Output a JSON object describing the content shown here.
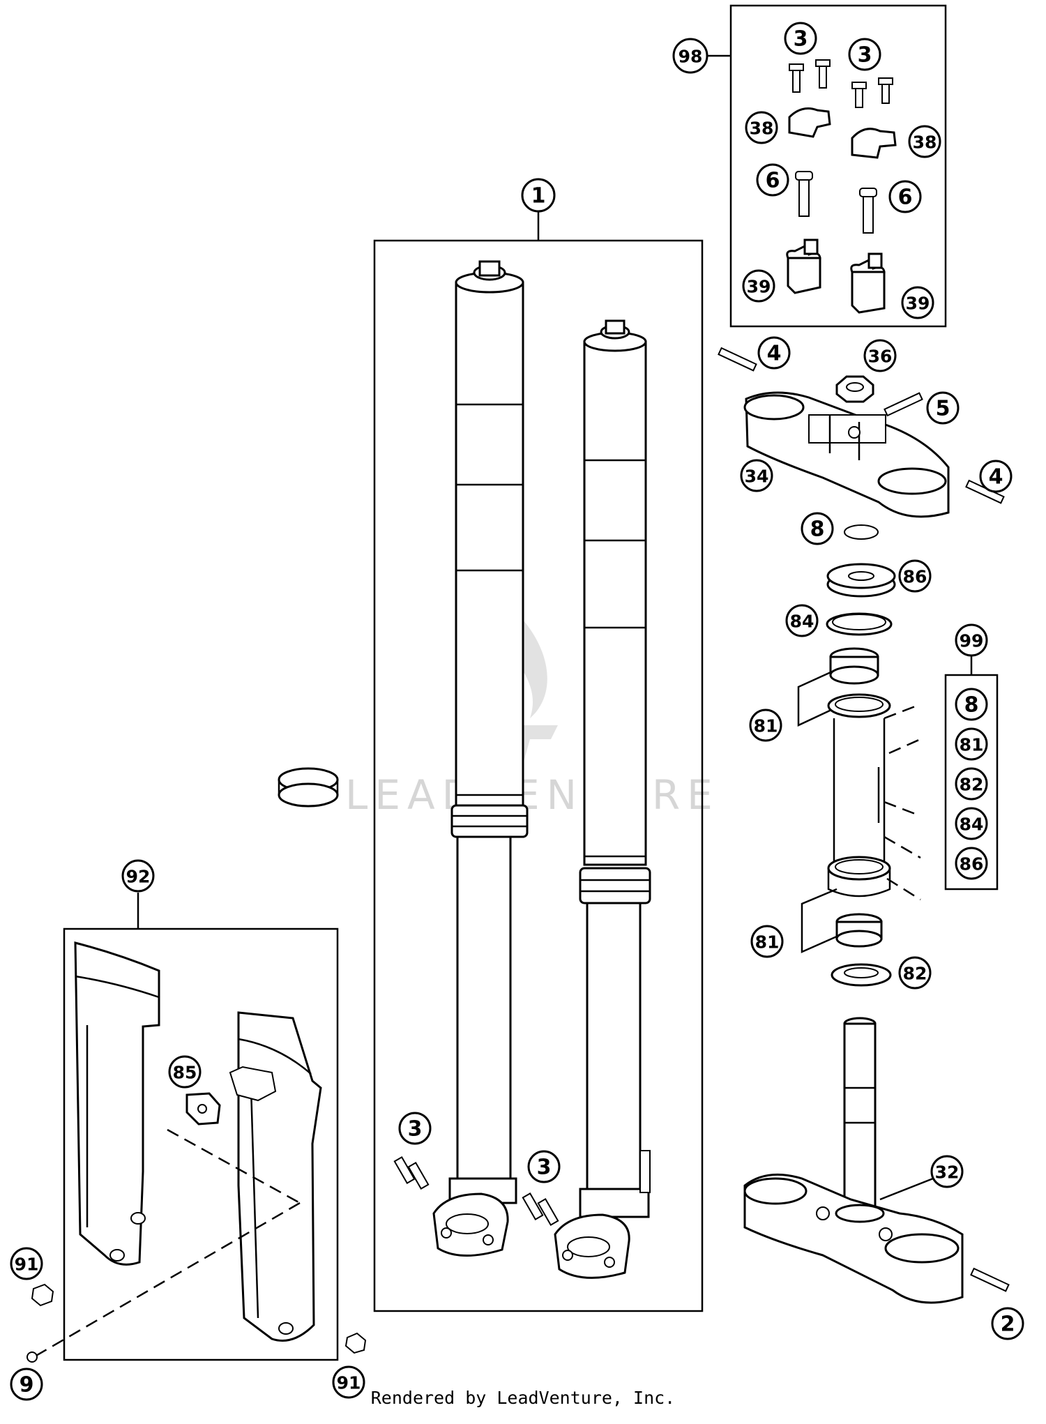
{
  "watermark": {
    "text": "LEADVENTURE"
  },
  "credit": "Rendered by LeadVenture, Inc.",
  "callouts": {
    "fork_assembly": "1",
    "lower_clamp_screw": "2",
    "screw_kit_top_left": "3",
    "screw_kit_top_right": "3",
    "screw_left_leg": "3",
    "screw_right_leg": "3",
    "screw_upper_left": "4",
    "screw_upper_right": "4",
    "screw_center": "5",
    "bolt_left": "6",
    "bolt_right": "6",
    "o_ring_upper": "8",
    "kit_sub_8": "8",
    "screw_guard": "9",
    "lower_triple_clamp": "32",
    "upper_triple_clamp": "34",
    "nut": "36",
    "clamp_top_left": "38",
    "clamp_top_right": "38",
    "clamp_bottom_left": "39",
    "clamp_bottom_right": "39",
    "bearing_upper": "81",
    "bearing_lower": "81",
    "kit_sub_81": "81",
    "seal_lower": "82",
    "kit_sub_82": "82",
    "seal_upper": "84",
    "kit_sub_84": "84",
    "guard_bracket": "85",
    "spacer": "86",
    "kit_sub_86": "86",
    "guard_screw_left": "91",
    "guard_screw_right": "91",
    "fork_guard_set": "92",
    "handlebar_clamp_kit": "98",
    "bearing_kit": "99"
  }
}
